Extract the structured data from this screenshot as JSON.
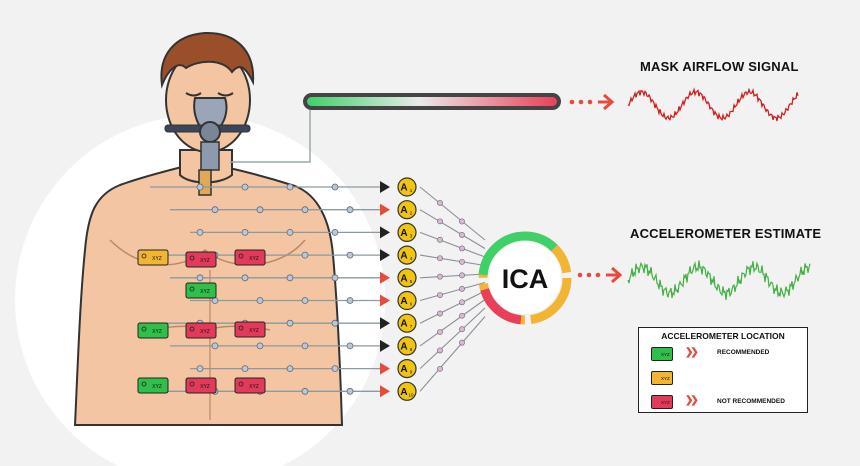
{
  "titles": {
    "mask": "MASK AIRFLOW SIGNAL",
    "accelerometer": "ACCELEROMETER ESTIMATE"
  },
  "ica": {
    "label": "ICA"
  },
  "channels": {
    "letter": "A",
    "subscripts": [
      "1",
      "2",
      "3",
      "4",
      "5",
      "6",
      "7",
      "8",
      "9",
      "10"
    ]
  },
  "sensor_badge": {
    "text": "XYZ"
  },
  "legend": {
    "title": "ACCELEROMETER LOCATION",
    "recommended": "RECOMMENDED",
    "not_recommended": "NOT RECOMMENDED",
    "colors": {
      "recommended": "#2fbf4a",
      "neutral": "#f1b533",
      "not_recommended": "#e23a5a"
    }
  },
  "colors": {
    "skin": "#f3c5a2",
    "arrow": "#e84a3c",
    "bar_start": "#3fd06a",
    "bar_end": "#e8405a",
    "mask_wave": "#d21e1e",
    "acc_wave": "#43b043"
  }
}
